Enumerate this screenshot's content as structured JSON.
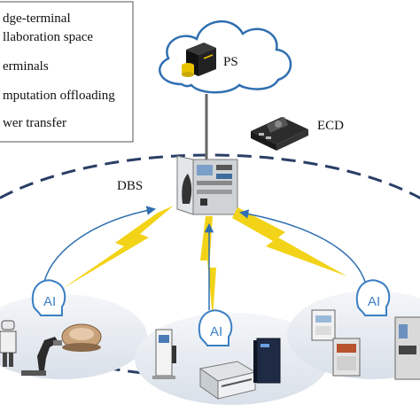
{
  "legend": {
    "items": [
      "dge-terminal",
      "llaboration space",
      "erminals",
      "mputation offloading",
      "wer transfer"
    ]
  },
  "nodes": {
    "ps": "PS",
    "ecd": "ECD",
    "dbs": "DBS",
    "ai_label": "AI"
  },
  "colors": {
    "cloud_stroke": "#2f6fb0",
    "dashed_ellipse": "#2a3f66",
    "bolt": "#f2d318",
    "arrow": "#2f6fb0",
    "cluster_fill": "#e6ebf1",
    "ai_icon": "#3b7fc4"
  }
}
